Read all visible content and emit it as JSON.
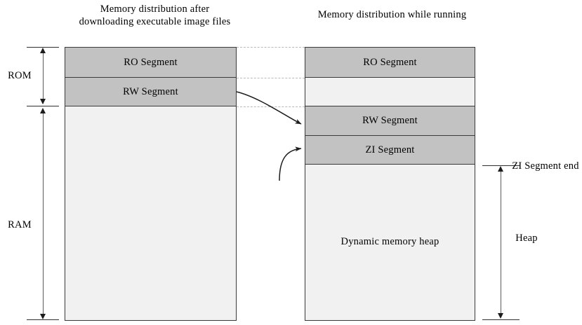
{
  "diagram": {
    "titles": {
      "left": "Memory distribution after downloading executable image files",
      "right": "Memory distribution while running"
    },
    "left_column": {
      "segments": [
        {
          "label": "RO Segment",
          "fill": "#c2c2c2"
        },
        {
          "label": "RW Segment",
          "fill": "#c2c2c2"
        },
        {
          "label": "",
          "fill": "#f1f1f1"
        }
      ]
    },
    "right_column": {
      "segments": [
        {
          "label": "RO Segment",
          "fill": "#c2c2c2"
        },
        {
          "label": "",
          "fill": "#f1f1f1"
        },
        {
          "label": "RW Segment",
          "fill": "#c2c2c2"
        },
        {
          "label": "ZI Segment",
          "fill": "#c2c2c2"
        },
        {
          "label": "Dynamic memory heap",
          "fill": "#f1f1f1"
        }
      ]
    },
    "left_brackets": [
      {
        "label": "ROM"
      },
      {
        "label": "RAM"
      }
    ],
    "right_brackets": [
      {
        "label": "ZI Segment end"
      },
      {
        "label": "Heap"
      }
    ],
    "colors": {
      "segment_fill": "#c2c2c2",
      "blank_fill": "#f1f1f1",
      "border": "#3a3a3a",
      "dotted_guide": "#b9b9b9",
      "arrow": "#1c1c1c",
      "background": "#ffffff"
    }
  }
}
